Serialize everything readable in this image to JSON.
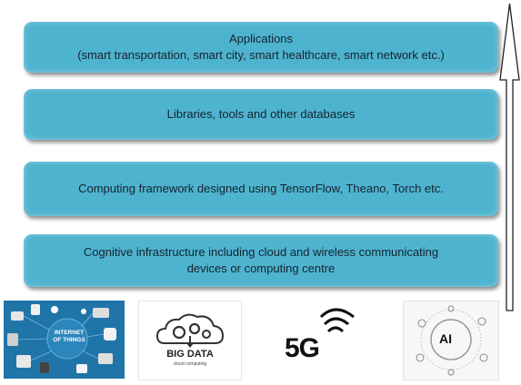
{
  "layers": [
    {
      "lines": [
        "Applications",
        "(smart transportation, smart city, smart healthcare, smart network etc.)"
      ]
    },
    {
      "lines": [
        "Libraries, tools and other databases"
      ]
    },
    {
      "lines": [
        "Computing framework designed using TensorFlow, Theano, Torch etc."
      ]
    },
    {
      "lines": [
        "Cognitive infrastructure including cloud and wireless communicating",
        "devices or computing centre"
      ]
    }
  ],
  "tiles": {
    "iot": {
      "line1": "INTERNET",
      "line2": "OF THINGS"
    },
    "bigdata": {
      "title": "BIG DATA",
      "subtitle": "cloud computing"
    },
    "g5": {
      "label": "5G"
    },
    "ai": {
      "label": "AI"
    }
  },
  "colors": {
    "layer_fill": "#4eb3cf",
    "iot_bg": "#1f75a8"
  }
}
